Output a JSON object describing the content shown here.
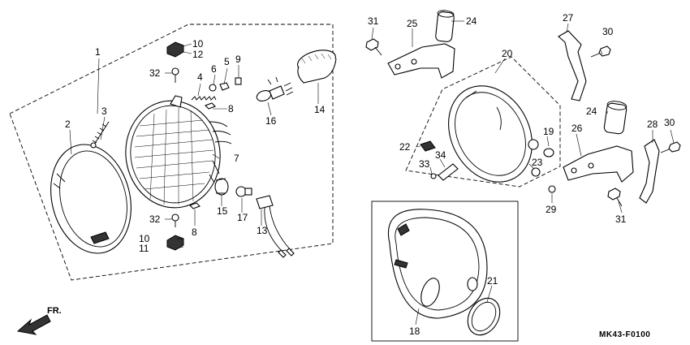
{
  "diagram": {
    "drawing_code": "MK43-F0100",
    "direction_label": "FR.",
    "colors": {
      "line": "#000000",
      "background": "#ffffff",
      "fill_dark": "#333333"
    },
    "callouts": [
      {
        "id": "c1",
        "label": "1"
      },
      {
        "id": "c2",
        "label": "2"
      },
      {
        "id": "c3",
        "label": "3"
      },
      {
        "id": "c4",
        "label": "4"
      },
      {
        "id": "c5",
        "label": "5"
      },
      {
        "id": "c6",
        "label": "6"
      },
      {
        "id": "c7",
        "label": "7"
      },
      {
        "id": "c8a",
        "label": "8"
      },
      {
        "id": "c8b",
        "label": "8"
      },
      {
        "id": "c9",
        "label": "9"
      },
      {
        "id": "c10a",
        "label": "10"
      },
      {
        "id": "c10b",
        "label": "10"
      },
      {
        "id": "c11",
        "label": "11"
      },
      {
        "id": "c12",
        "label": "12"
      },
      {
        "id": "c13",
        "label": "13"
      },
      {
        "id": "c14",
        "label": "14"
      },
      {
        "id": "c15",
        "label": "15"
      },
      {
        "id": "c16",
        "label": "16"
      },
      {
        "id": "c17",
        "label": "17"
      },
      {
        "id": "c18",
        "label": "18"
      },
      {
        "id": "c19",
        "label": "19"
      },
      {
        "id": "c20",
        "label": "20"
      },
      {
        "id": "c21",
        "label": "21"
      },
      {
        "id": "c22",
        "label": "22"
      },
      {
        "id": "c23",
        "label": "23"
      },
      {
        "id": "c24a",
        "label": "24"
      },
      {
        "id": "c24b",
        "label": "24"
      },
      {
        "id": "c25",
        "label": "25"
      },
      {
        "id": "c26",
        "label": "26"
      },
      {
        "id": "c27",
        "label": "27"
      },
      {
        "id": "c28",
        "label": "28"
      },
      {
        "id": "c29",
        "label": "29"
      },
      {
        "id": "c30a",
        "label": "30"
      },
      {
        "id": "c30b",
        "label": "30"
      },
      {
        "id": "c31a",
        "label": "31"
      },
      {
        "id": "c31b",
        "label": "31"
      },
      {
        "id": "c32a",
        "label": "32"
      },
      {
        "id": "c32b",
        "label": "32"
      },
      {
        "id": "c33",
        "label": "33"
      },
      {
        "id": "c34",
        "label": "34"
      }
    ]
  }
}
